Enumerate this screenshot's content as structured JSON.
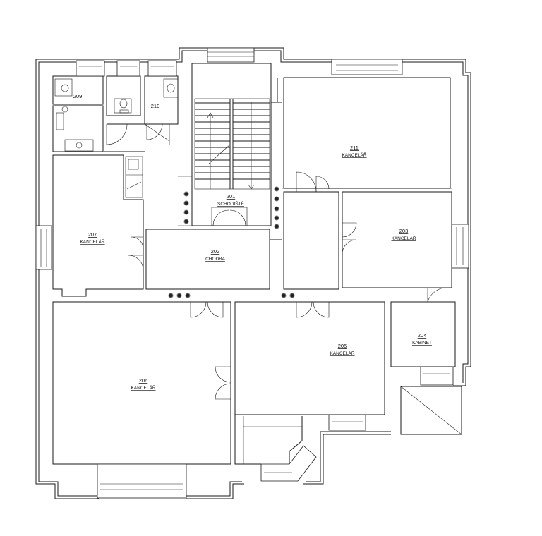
{
  "plan": {
    "rooms": [
      {
        "key": "r201",
        "number": "201",
        "name": "SCHODIŠTĚ"
      },
      {
        "key": "r202",
        "number": "202",
        "name": "CHODBA"
      },
      {
        "key": "r203",
        "number": "203",
        "name": "KANCELÁŘ"
      },
      {
        "key": "r204",
        "number": "204",
        "name": "KABINET"
      },
      {
        "key": "r205",
        "number": "205",
        "name": "KANCELÁŘ"
      },
      {
        "key": "r206",
        "number": "206",
        "name": "KANCELÁŘ"
      },
      {
        "key": "r207",
        "number": "207",
        "name": "KANCELÁŘ"
      },
      {
        "key": "r209",
        "number": "209",
        "name": ""
      },
      {
        "key": "r210",
        "number": "210",
        "name": ""
      },
      {
        "key": "r211",
        "number": "211",
        "name": "KANCELÁŘ"
      }
    ]
  }
}
